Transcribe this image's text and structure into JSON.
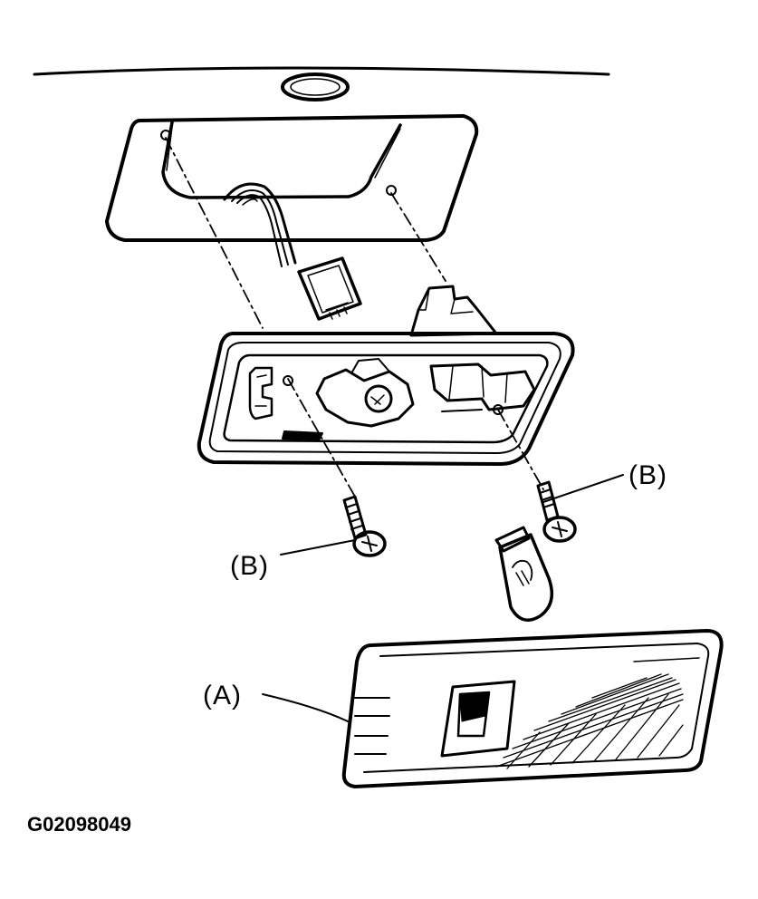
{
  "callouts": {
    "b_upper": "(B)",
    "b_lower": "(B)",
    "a_lens": "(A)"
  },
  "figure_code": "G02098049"
}
